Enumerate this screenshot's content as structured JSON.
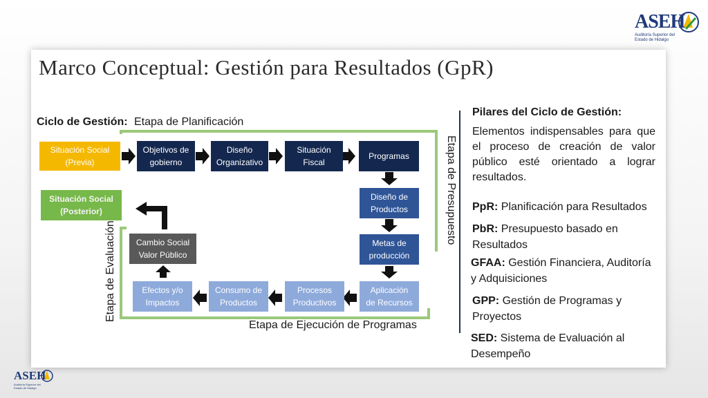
{
  "slide": {
    "title": "Marco Conceptual: Gestión para Resultados (GpR)"
  },
  "logo": {
    "name": "ASEH",
    "subtitle": "Auditoría Superior del Estado de Hidalgo"
  },
  "diagram": {
    "cycle_label": "Ciclo de Gestión:",
    "stage_planning": "Etapa de Planificación",
    "stage_budget": "Etapa de Presupuesto",
    "stage_execution": "Etapa de Ejecución de Programas",
    "stage_evaluation": "Etapa de Evaluación",
    "nodes": {
      "situacion_previa": "Situación Social\n(Previa)",
      "objetivos": "Objetivos de\ngobierno",
      "diseno_org": "Diseño\nOrganizativo",
      "situacion_fiscal": "Situación\nFiscal",
      "programas": "Programas",
      "diseno_productos": "Diseño de\nProductos",
      "metas": "Metas de\nproducción",
      "aplicacion": "Aplicación\nde Recursos",
      "procesos": "Procesos\nProductivos",
      "consumo": "Consumo de\nProductos",
      "efectos": "Efectos y/o\nImpactos",
      "cambio": "Cambio Social\nValor Público",
      "situacion_posterior": "Situación Social\n(Posterior)"
    }
  },
  "pillars": {
    "heading": "Pilares del Ciclo de Gestión:",
    "intro": "Elementos indispensables para que el proceso de creación de valor público esté orientado a lograr resultados.",
    "items": [
      {
        "abbr": "PpR:",
        "text": " Planificación para Resultados"
      },
      {
        "abbr": "PbR:",
        "text": " Presupuesto basado en Resultados"
      },
      {
        "abbr": "GFAA:",
        "text": " Gestión Financiera, Auditoría y Adquisiciones"
      },
      {
        "abbr": "GPP:",
        "text": " Gestión de Programas y Proyectos"
      },
      {
        "abbr": "SED:",
        "text": " Sistema de Evaluación al Desempeño"
      }
    ]
  },
  "colors": {
    "navy": "#14284f",
    "blue": "#2f5597",
    "light_blue": "#8eaadb",
    "gray": "#595959",
    "yellow": "#f5b800",
    "green": "#77b84a",
    "bracket_green": "#9bc87a"
  }
}
